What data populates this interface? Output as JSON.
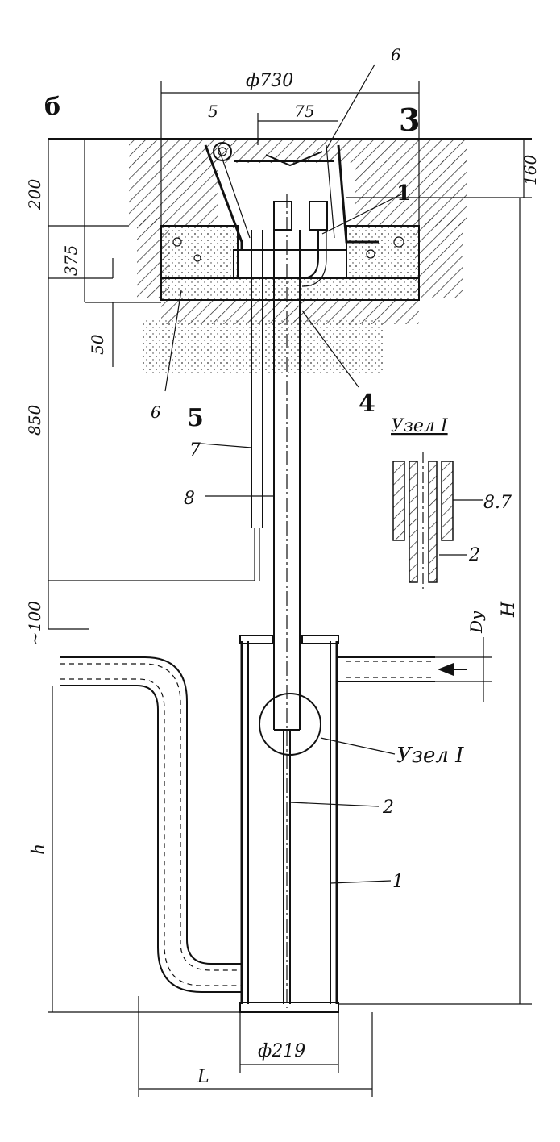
{
  "drawing": {
    "view_letter": "б",
    "dims": {
      "d730": "ф730",
      "d75": "75",
      "d219": "ф219",
      "v200": "200",
      "v375": "375",
      "v50": "50",
      "v850": "850",
      "v100": "~100",
      "v160": "160",
      "vH": "H",
      "vh": "h",
      "hL": "L",
      "dDy": "Dy"
    },
    "positions": {
      "p1": "1",
      "p2": "2",
      "p5": "5",
      "p6_top": "6",
      "p6_left": "6",
      "p7": "7",
      "p8": "8",
      "n3": "3",
      "n1": "1",
      "n4": "4",
      "n5": "5"
    },
    "node": {
      "title": "Узел I",
      "callout": "Узел I",
      "label_87": "8.7",
      "label_2": "2"
    }
  }
}
